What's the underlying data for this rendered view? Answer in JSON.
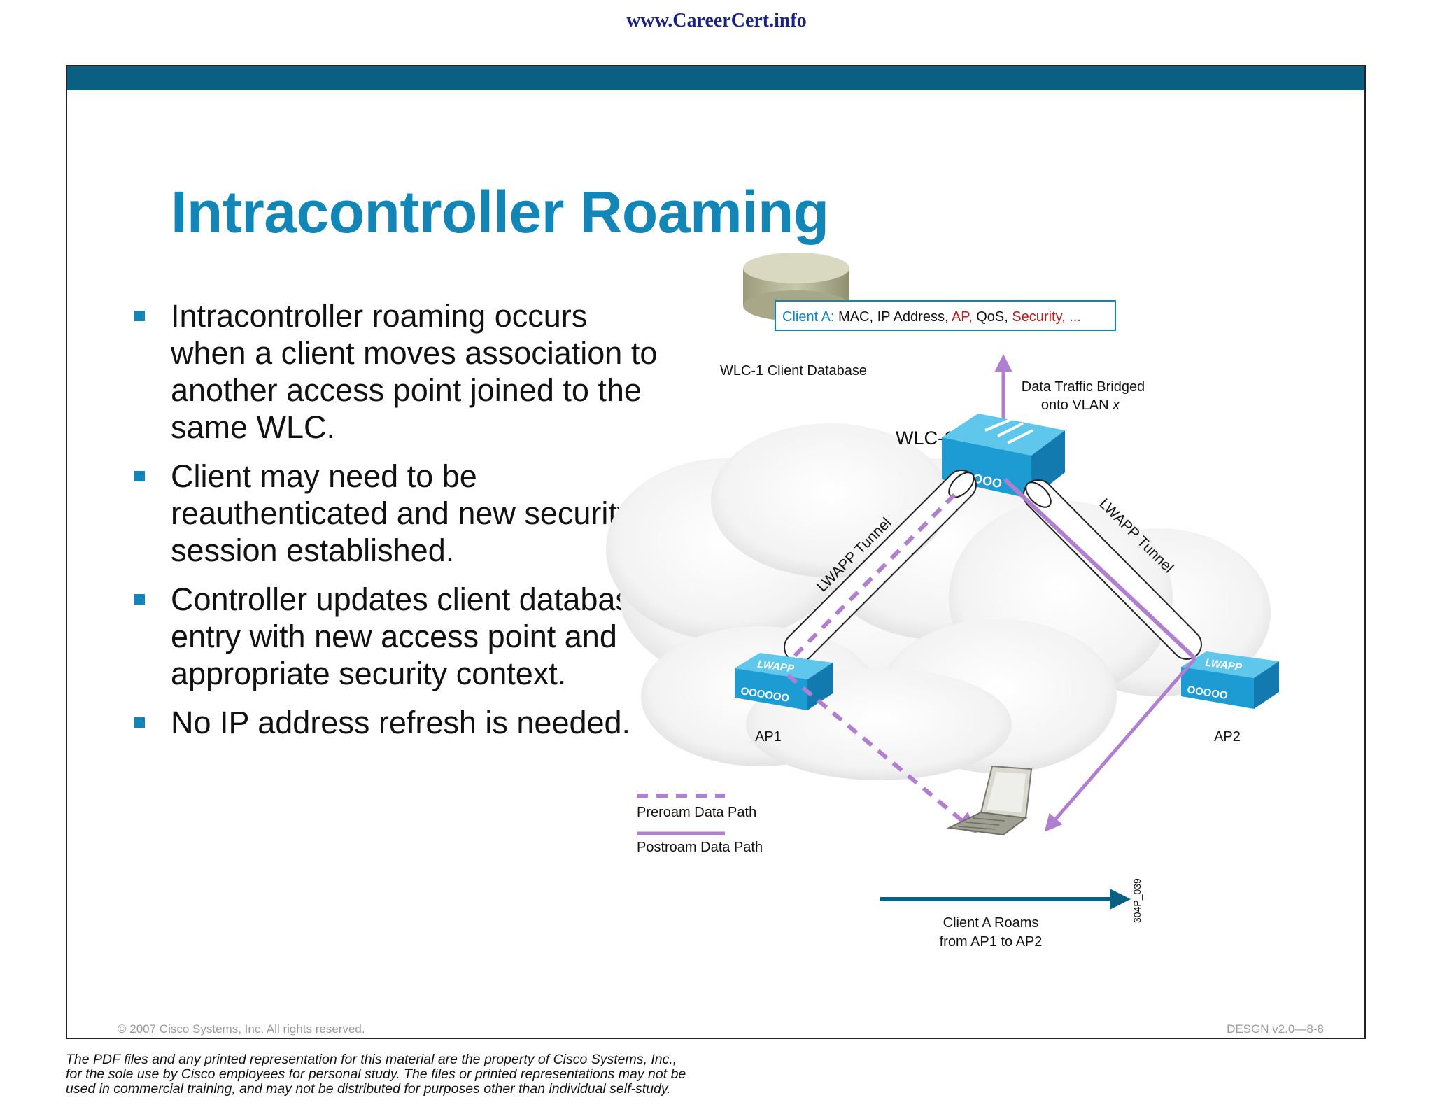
{
  "header": {
    "site_url": "www.CareerCert.info"
  },
  "slide": {
    "title": "Intracontroller Roaming",
    "bullets": [
      "Intracontroller roaming occurs when a client moves association to another access point joined to the same WLC.",
      "Client may need to be reauthenticated and new security session established.",
      "Controller updates client database entry with new access point and appropriate security context.",
      "No IP address refresh is needed."
    ],
    "copyright": "© 2007 Cisco Systems, Inc. All rights reserved.",
    "course_code": "DESGN v2.0—8-8"
  },
  "diagram": {
    "database_label": "WLC-1 Client Database",
    "client_record": {
      "prefix": "Client A:",
      "mac": " MAC, IP Address, ",
      "ap": "AP,",
      "qos": " QoS, ",
      "security": "Security, ..."
    },
    "controller_label": "WLC-1",
    "bridged_line1": "Data Traffic Bridged",
    "bridged_line2": "onto VLAN",
    "bridged_vlan": "x",
    "tunnel_left_label": "LWAPP Tunnel",
    "tunnel_right_label": "LWAPP Tunnel",
    "ap_badge": "LWAPP",
    "ap1_label": "AP1",
    "ap2_label": "AP2",
    "legend_preroam": "Preroam Data Path",
    "legend_postroam": "Postroam Data Path",
    "roam_line1": "Client A Roams",
    "roam_line2": "from AP1 to AP2",
    "figure_id": "304P_039",
    "colors": {
      "client_blue": "#1386b8",
      "security_red": "#b02020",
      "path_purple": "#b07fd0",
      "device_blue": "#1fa3d8",
      "roam_arrow": "#0a5f82"
    }
  },
  "legal_notice": {
    "line1": "The PDF files and any printed representation for this material are the property of Cisco Systems, Inc.,",
    "line2": "for the sole use by Cisco employees for personal study. The files or printed representations may not be",
    "line3": "used in commercial training, and may not be distributed for purposes other than individual self-study."
  }
}
